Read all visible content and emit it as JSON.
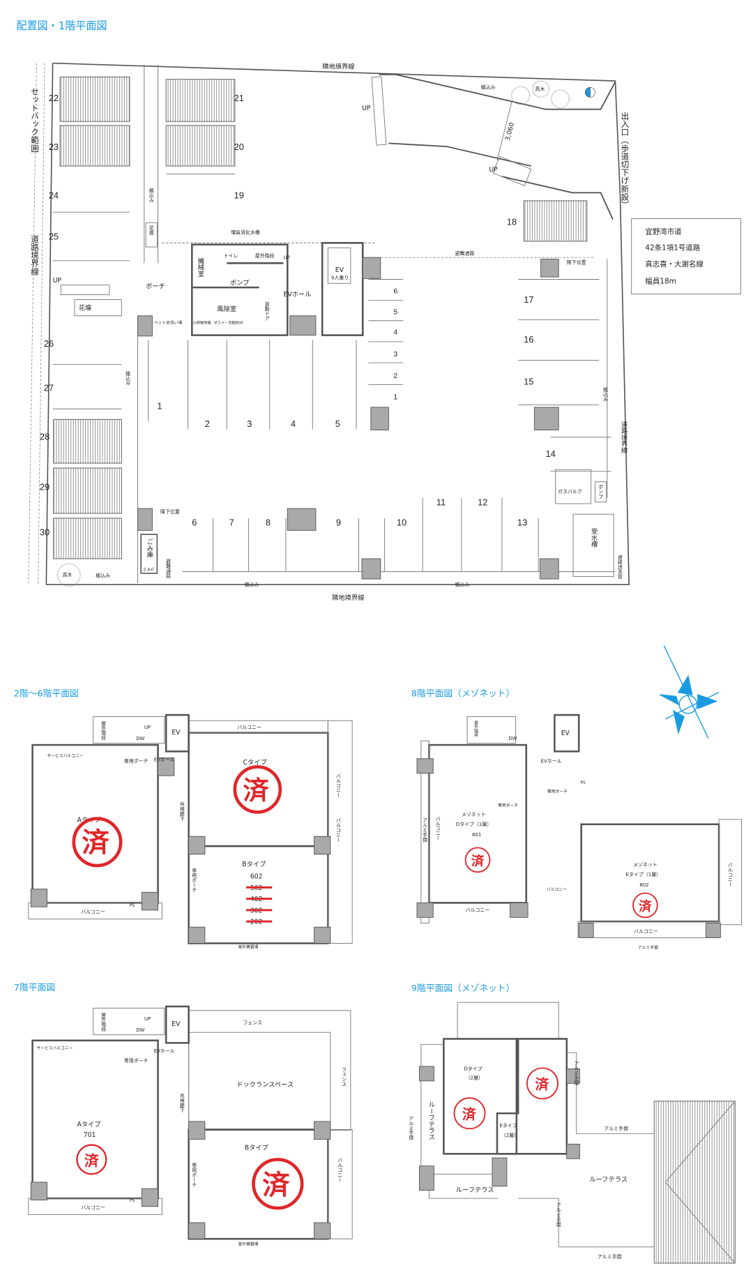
{
  "colors": {
    "title": "#1a9be0",
    "stamp": "#e0262a",
    "wall": "#555555",
    "column": "#a9a9a9",
    "compass": "#1a9be0"
  },
  "site": {
    "title": "配置図・1階平面図",
    "boundary_top": "隣地境界線",
    "boundary_bottom": "隣地境界線",
    "setback": "セットバック範囲",
    "road_boundary_left": "道路境界線",
    "road_boundary_right": "道路境界線",
    "entrance": "出入口（歩道切下げ新設）",
    "road_info": [
      "宜野湾市道",
      "42条1項1号道路",
      "真志喜・大謝名線",
      "幅員18m"
    ],
    "dimension": "3,060",
    "up": "UP",
    "planting": "植込み",
    "tall_tree": "高木",
    "flower_bed": "花壇",
    "porch": "ポーチ",
    "machine_room": "機械室",
    "toilet": "トイレ",
    "outdoor_stairs": "屋外階段",
    "pump": "ポンプ",
    "vestibule": "風除室",
    "auto_door": "自動ドア",
    "ev_hall": "EVホール",
    "ev": "EV",
    "ev_capacity": "9人乗り",
    "fire_tank": "埋設消化水槽",
    "evac_route": "避難通路",
    "descent_point": "降下位置",
    "pet_wash": "ペット足洗い場",
    "parcel_box": "小荷物受箱",
    "post_box": "ポスト・宅配BOX",
    "gas_bulk": "ガスバルク",
    "water_tank": "受水槽",
    "garbage": "ごみ庫",
    "garbage_area": "2.4㎡",
    "standpipe": "連結送水管",
    "cars": [
      "1",
      "2",
      "3",
      "4",
      "5",
      "6",
      "7",
      "8",
      "9",
      "10",
      "11",
      "12",
      "13",
      "14",
      "15",
      "16",
      "17",
      "18",
      "19",
      "20",
      "21",
      "22",
      "23",
      "24",
      "25",
      "26",
      "27",
      "28",
      "29",
      "30"
    ],
    "bikes": [
      "1",
      "2",
      "3",
      "4",
      "5",
      "6"
    ]
  },
  "floor26": {
    "title": "2階〜6階平面図",
    "a_type": "Aタイプ",
    "b_type": "Bタイプ",
    "c_type": "Cタイプ",
    "b_rooms": [
      "602",
      "502",
      "402",
      "302",
      "202"
    ],
    "sold": "済",
    "balcony": "バルコニー",
    "ev": "EV",
    "ev_hall": "EVホール",
    "corridor": "共用廊下",
    "private_porch": "専用ポーチ",
    "service_balcony": "サービスバルコニー",
    "outdoor_stairs": "屋外階段",
    "up": "UP",
    "dw": "DW",
    "ps": "PS",
    "ac_area": "室外機置場"
  },
  "floor8": {
    "title": "8階平面図（メゾネット）",
    "maisonette": "メゾネット",
    "d_type": "Dタイプ（1層）",
    "d_room": "801",
    "e_type": "Eタイプ（1層）",
    "e_room": "802",
    "sold": "済",
    "balcony": "バルコニー",
    "alu_rail": "アルミ手摺",
    "ev": "EV",
    "ev_hall": "EVホール",
    "private_porch": "専用ポーチ",
    "outdoor_stairs": "屋外階段",
    "dw": "DW",
    "ps": "PS"
  },
  "floor7": {
    "title": "7階平面図",
    "a_type": "Aタイプ",
    "a_room": "701",
    "b_type": "Bタイプ",
    "sold": "済",
    "dog_run": "ドックランスペース",
    "fence": "フェンス",
    "balcony": "バルコニー",
    "ev": "EV",
    "ev_hall": "EVホール",
    "corridor": "共用廊下",
    "private_porch": "専用ポーチ",
    "service_balcony": "サービスバルコニー",
    "outdoor_stairs": "屋外階段",
    "up": "UP",
    "dw": "DW",
    "ps": "PS",
    "ac_area": "室外機置場"
  },
  "floor9": {
    "title": "9階平面図（メゾネット）",
    "d_type": "Dタイプ",
    "e_type": "Eタイプ",
    "layer": "（2層）",
    "sold": "済",
    "roof_terrace": "ルーフテラス",
    "alu_rail": "アルミ手摺"
  }
}
